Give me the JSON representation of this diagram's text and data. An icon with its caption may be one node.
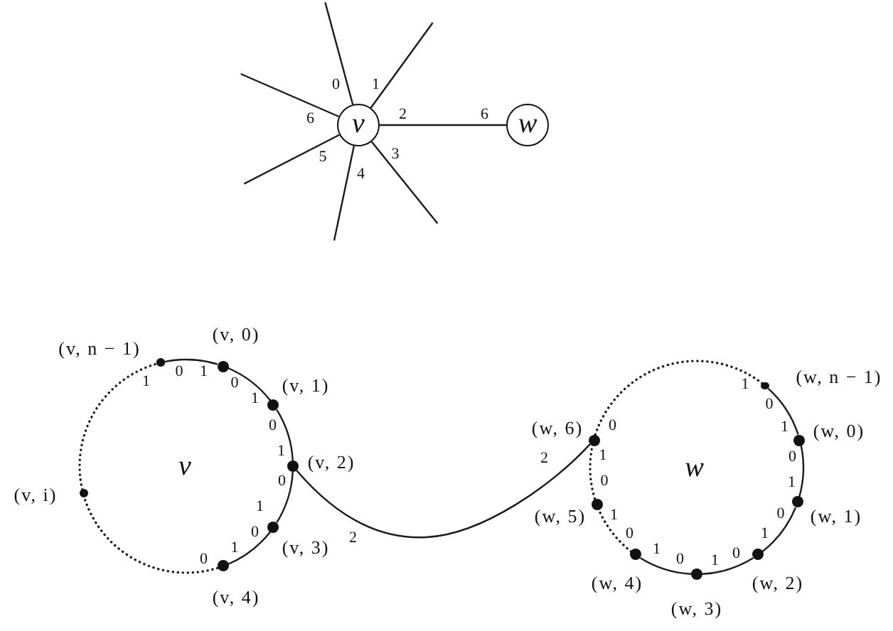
{
  "diagram": {
    "nodes": [
      {
        "text": [
          "v"
        ]
      },
      {
        "text": [
          "w"
        ]
      },
      {
        "text": [],
        "shape": "circle",
        "beside": [
          "(v, n − 1)"
        ]
      },
      {
        "text": [],
        "shape": "circle",
        "beside": [
          "(v, 0)"
        ]
      },
      {
        "text": [],
        "shape": "circle",
        "beside": [
          "(v, 1)"
        ]
      },
      {
        "text": [],
        "shape": "circle",
        "beside": [
          "(v, 2)"
        ]
      },
      {
        "text": [],
        "shape": "circle",
        "beside": [
          "(v, 3)"
        ]
      },
      {
        "text": [],
        "shape": "circle",
        "beside": [
          "(v, 4)"
        ]
      },
      {
        "text": [],
        "shape": "circle",
        "beside": [
          "(v, i)"
        ]
      },
      {
        "text": [],
        "shape": "circle",
        "beside": [
          "(w, n − 1)"
        ]
      },
      {
        "text": [],
        "shape": "circle",
        "beside": [
          "(w, 0)"
        ]
      },
      {
        "text": [],
        "shape": "circle",
        "beside": [
          "(w, 1)"
        ]
      },
      {
        "text": [],
        "shape": "circle",
        "beside": [
          "(w, 2)"
        ]
      },
      {
        "text": [],
        "shape": "circle",
        "beside": [
          "(w, 3)"
        ]
      },
      {
        "text": [],
        "shape": "circle",
        "beside": [
          "(w, 4)"
        ]
      },
      {
        "text": [],
        "shape": "circle",
        "beside": [
          "(w, 5)"
        ]
      },
      {
        "text": [],
        "shape": "circle",
        "beside": [
          "(w, 6)"
        ]
      }
    ],
    "edges": [
      {
        "from": 0,
        "to": 1,
        "arrow": "none"
      },
      {
        "from": 0,
        "to": null,
        "arrow": "none"
      },
      {
        "from": 0,
        "to": null,
        "arrow": "none"
      },
      {
        "from": 0,
        "to": null,
        "arrow": "none"
      },
      {
        "from": 0,
        "to": null,
        "arrow": "none"
      },
      {
        "from": 0,
        "to": null,
        "arrow": "none"
      },
      {
        "from": 0,
        "to": null,
        "arrow": "none"
      },
      {
        "from": 2,
        "to": 3,
        "arrow": "none"
      },
      {
        "from": 3,
        "to": 4,
        "arrow": "none"
      },
      {
        "from": 4,
        "to": 5,
        "arrow": "none"
      },
      {
        "from": 5,
        "to": 6,
        "arrow": "none"
      },
      {
        "from": 6,
        "to": 7,
        "arrow": "none"
      },
      {
        "from": 7,
        "to": 8,
        "arrow": "none",
        "style": "dashed"
      },
      {
        "from": 8,
        "to": 2,
        "arrow": "none",
        "style": "dashed"
      },
      {
        "from": 5,
        "to": 16,
        "arrow": "none"
      },
      {
        "from": 9,
        "to": 10,
        "arrow": "none"
      },
      {
        "from": 10,
        "to": 11,
        "arrow": "none"
      },
      {
        "from": 11,
        "to": 12,
        "arrow": "none"
      },
      {
        "from": 12,
        "to": 13,
        "arrow": "none"
      },
      {
        "from": 13,
        "to": 14,
        "arrow": "none"
      },
      {
        "from": 14,
        "to": 15,
        "arrow": "none",
        "style": "dashed"
      },
      {
        "from": 15,
        "to": 16,
        "arrow": "none",
        "style": "dashed"
      },
      {
        "from": 16,
        "to": 9,
        "arrow": "none",
        "style": "dashed"
      }
    ],
    "labels": [
      "0",
      "1",
      "6",
      "2",
      "6",
      "3",
      "5",
      "4",
      "v",
      "1",
      "0",
      "1",
      "0",
      "1",
      "0",
      "1",
      "0",
      "1",
      "0",
      "1",
      "0",
      "2",
      "2",
      "w",
      "1",
      "0",
      "1",
      "0",
      "1",
      "0",
      "1",
      "0",
      "1",
      "0",
      "1",
      "0",
      "1",
      "0",
      "1",
      "0"
    ]
  }
}
